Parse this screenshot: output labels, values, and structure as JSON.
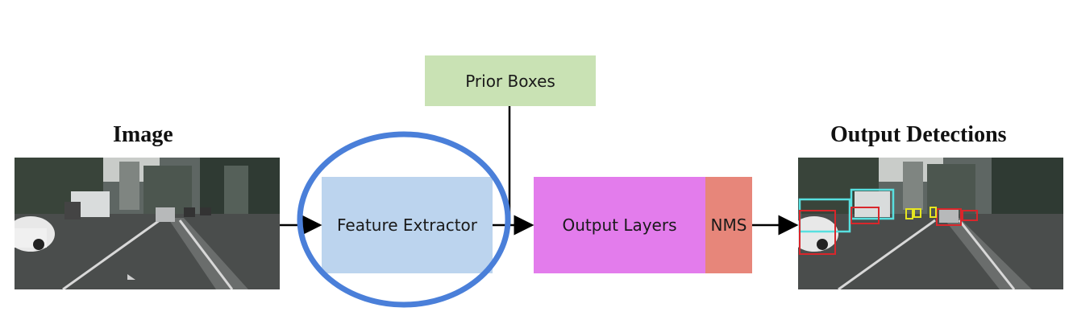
{
  "input": {
    "title": "Image"
  },
  "output": {
    "title": "Output Detections"
  },
  "blocks": {
    "prior_boxes": "Prior Boxes",
    "feature_extractor": "Feature Extractor",
    "output_layers": "Output Layers",
    "nms": "NMS"
  },
  "colors": {
    "prior_boxes_fill": "#c9e2b4",
    "feature_extractor_fill": "#bcd4ee",
    "output_layers_fill": "#e37cec",
    "nms_fill": "#e7867a",
    "highlight_ellipse": "#4a7fd9",
    "detection_cyan": "#58e0e0",
    "detection_red": "#d9262b",
    "detection_yellow": "#e6e620"
  }
}
